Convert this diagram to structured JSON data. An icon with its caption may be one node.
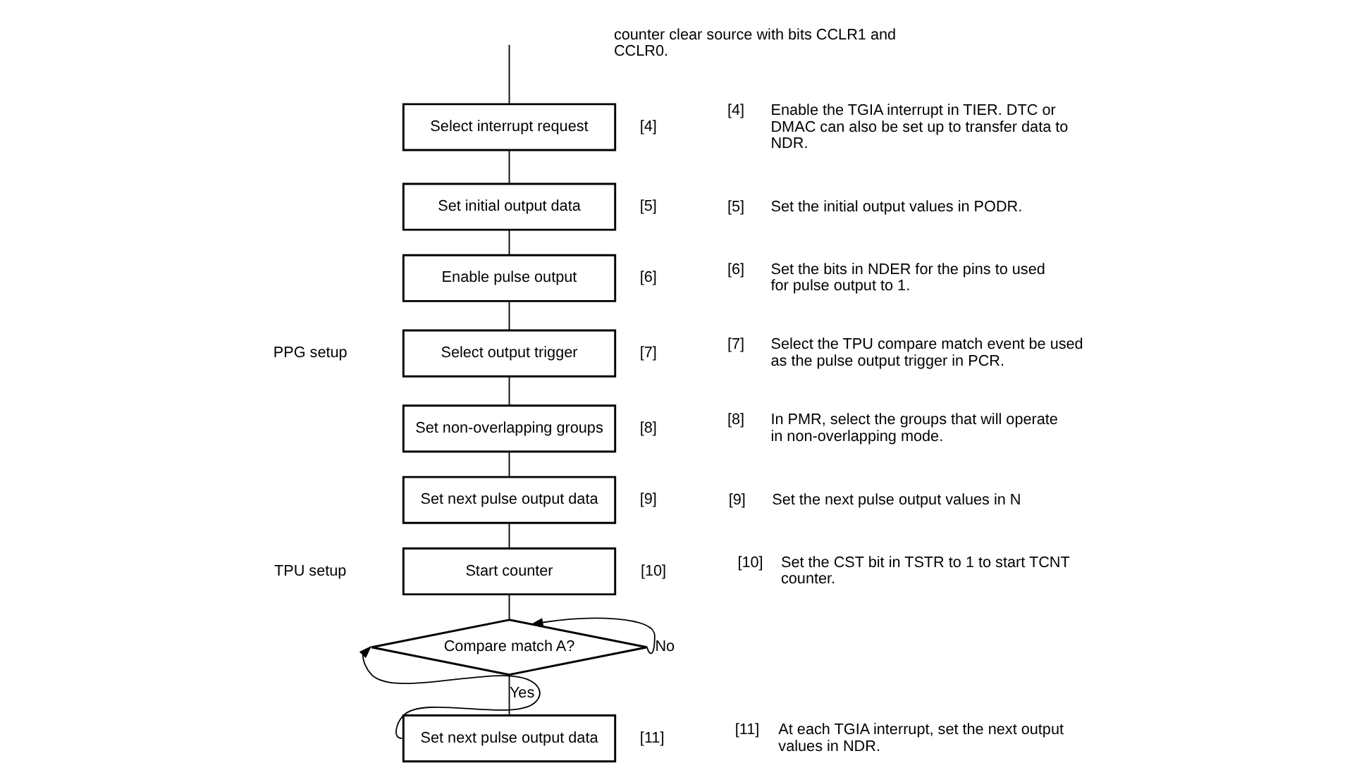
{
  "diagram": {
    "nodes": [
      {
        "text": [
          "Select interrupt request"
        ],
        "beside": [
          "[4]"
        ]
      },
      {
        "text": [
          "Set initial output data"
        ],
        "beside": [
          "[5]"
        ]
      },
      {
        "text": [
          "Enable pulse output"
        ],
        "beside": [
          "[6]"
        ]
      },
      {
        "text": [
          "Select output trigger"
        ],
        "beside": [
          "[7]"
        ]
      },
      {
        "text": [
          "Set non-overlapping groups"
        ],
        "beside": [
          "[8]"
        ]
      },
      {
        "text": [
          "Set next pulse output data"
        ],
        "beside": [
          "[9]"
        ]
      },
      {
        "text": [
          "Start counter"
        ],
        "beside": [
          "[10]"
        ]
      },
      {
        "text": [
          "Compare match A?"
        ]
      },
      {
        "text": [
          "Set next pulse output data"
        ],
        "beside": [
          "[11]"
        ]
      }
    ],
    "edges": [
      {
        "from": null,
        "to": 0,
        "arrow": "none"
      },
      {
        "from": 0,
        "to": 1,
        "arrow": "none"
      },
      {
        "from": 1,
        "to": 2,
        "arrow": "none"
      },
      {
        "from": 2,
        "to": 3,
        "arrow": "none"
      },
      {
        "from": 3,
        "to": 4,
        "arrow": "none"
      },
      {
        "from": 4,
        "to": 5,
        "arrow": "none"
      },
      {
        "from": 5,
        "to": 6,
        "arrow": "none"
      },
      {
        "from": 6,
        "to": 7,
        "arrow": "none"
      },
      {
        "from": 7,
        "to": 7,
        "arrow": "to",
        "label": "No"
      },
      {
        "from": 7,
        "to": 8,
        "arrow": "none",
        "label": "Yes"
      },
      {
        "from": 8,
        "to": 7,
        "arrow": "to"
      }
    ],
    "labels": [
      "counter clear source with bits CCLR1 and CCLR0.",
      "[4]",
      "Enable the TGIA interrupt in TIER. DTC or DMAC can also be set up to transfer data to NDR.",
      "[5]",
      "Set the initial output values in PODR.",
      "[6]",
      "Set the bits in NDER for the pins to used for pulse output to 1.",
      "[7]",
      "Select the TPU compare match event be used as the pulse output trigger in PCR.",
      "[8]",
      "In PMR, select the groups that will operate in non-overlapping mode.",
      "[9]",
      "Set the next pulse output values in N",
      "[10]",
      "Set the CST bit in TSTR to 1 to start TCNT counter.",
      "[11]",
      "At each TGIA interrupt, set the next output values in NDR.",
      "PPG setup",
      "TPU setup"
    ]
  }
}
